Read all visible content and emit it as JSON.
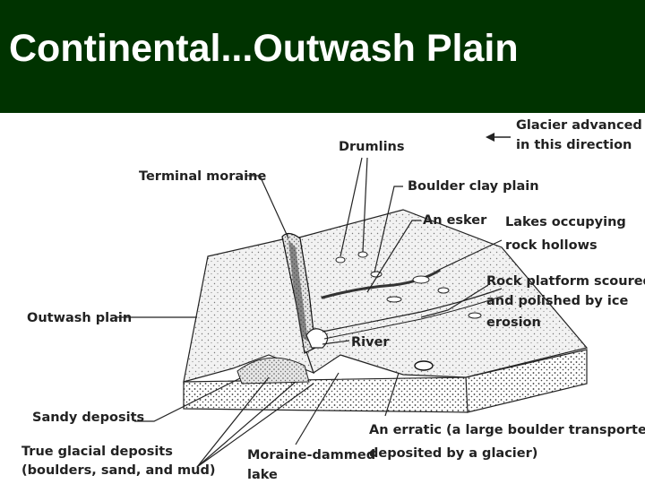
{
  "slide": {
    "title": "Continental...Outwash Plain",
    "title_bar_color": "#003300"
  },
  "diagram": {
    "labels": {
      "glacier_direction_line1": "Glacier advanced",
      "glacier_direction_line2": "in this direction",
      "drumlins": "Drumlins",
      "terminal_moraine": "Terminal moraine",
      "boulder_clay_plain": "Boulder clay plain",
      "esker": "An esker",
      "lakes_line1": "Lakes occupying",
      "lakes_line2": "rock hollows",
      "rock_platform_line1": "Rock platform scoured",
      "rock_platform_line2": "and polished by ice",
      "rock_platform_line3": "erosion",
      "outwash_plain": "Outwash plain",
      "river": "River",
      "sandy_deposits": "Sandy deposits",
      "erratic_line1": "An erratic (a large boulder transported and",
      "erratic_line2": "deposited by a glacier)",
      "true_glacial_line1": "True glacial deposits",
      "true_glacial_line2": "(boulders, sand, and mud)",
      "moraine_lake_line1": "Moraine-dammed",
      "moraine_lake_line2": "lake"
    }
  }
}
